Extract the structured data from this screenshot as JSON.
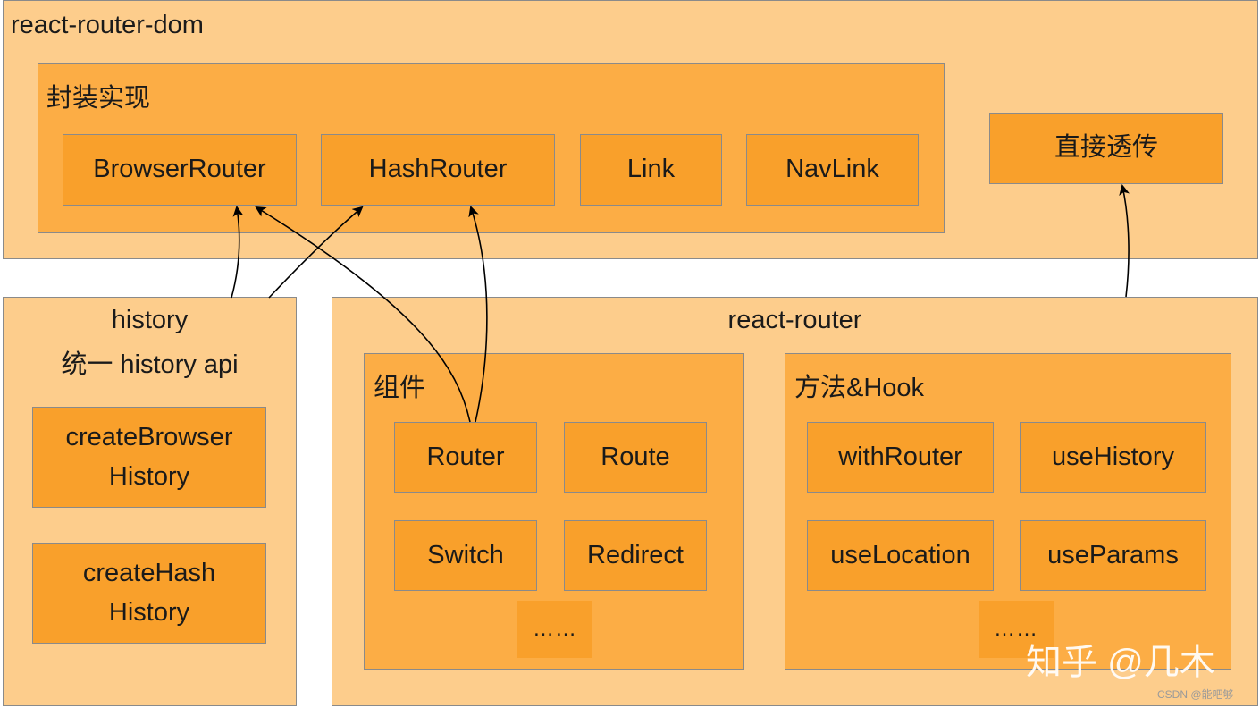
{
  "dom": {
    "title": "react-router-dom",
    "wrap": {
      "title": "封装实现",
      "items": [
        "BrowserRouter",
        "HashRouter",
        "Link",
        "NavLink"
      ]
    },
    "passthrough": "直接透传"
  },
  "history": {
    "title_line1": "history",
    "title_line2": "统一 history api",
    "items": [
      {
        "line1": "createBrowser",
        "line2": "History"
      },
      {
        "line1": "createHash",
        "line2": "History"
      }
    ]
  },
  "router": {
    "title": "react-router",
    "components": {
      "title": "组件",
      "items": [
        "Router",
        "Route",
        "Switch",
        "Redirect"
      ],
      "more": "……"
    },
    "hooks": {
      "title": "方法&Hook",
      "items": [
        "withRouter",
        "useHistory",
        "useLocation",
        "useParams"
      ],
      "more": "……"
    }
  },
  "watermark": {
    "main": "知乎 @几木",
    "small": "CSDN @能吧够"
  },
  "colors": {
    "outer": "#fdcd8c",
    "inner": "#fcad45",
    "node": "#f9a02b",
    "border": "#8a8a8a",
    "arrow": "#000000"
  }
}
